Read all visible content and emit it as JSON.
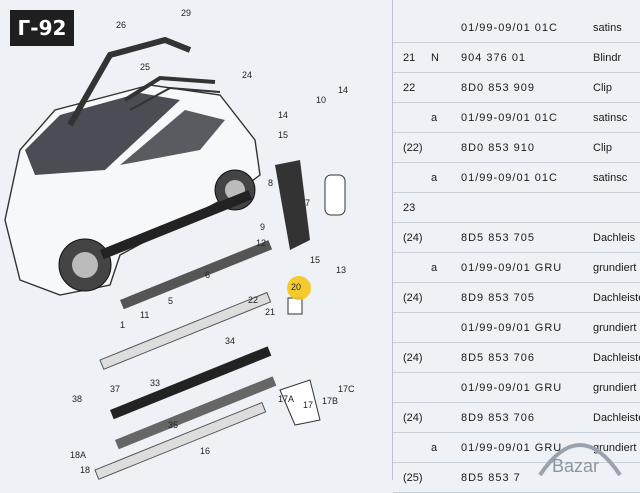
{
  "page_tag": "Г-92",
  "diagram": {
    "callouts": [
      "26",
      "29",
      "25",
      "24",
      "10",
      "14",
      "14",
      "15",
      "7",
      "8",
      "9",
      "12",
      "13",
      "15",
      "6",
      "5",
      "1",
      "11",
      "21",
      "22",
      "20",
      "34",
      "17C",
      "17B",
      "17A",
      "17",
      "33",
      "37",
      "38",
      "35",
      "16",
      "18A",
      "18"
    ],
    "highlighted": "20"
  },
  "parts_table": {
    "rows": [
      {
        "pos": "",
        "var": "",
        "part": "01/99-09/01  01C",
        "desc": "satins"
      },
      {
        "pos": "21",
        "var": "N",
        "part": "904 376 01",
        "desc": "Blindr"
      },
      {
        "pos": "22",
        "var": "",
        "part": "8D0 853 909",
        "desc": "Clip"
      },
      {
        "pos": "",
        "var": "a",
        "part": "01/99-09/01 01C",
        "desc": "satinsc"
      },
      {
        "pos": "(22)",
        "var": "",
        "part": "8D0 853 910",
        "desc": "Clip"
      },
      {
        "pos": "",
        "var": "a",
        "part": "01/99-09/01 01C",
        "desc": "satinsc"
      },
      {
        "pos": "23",
        "var": "",
        "part": "",
        "desc": ""
      },
      {
        "pos": "(24)",
        "var": "",
        "part": "8D5 853 705",
        "desc": "Dachleis"
      },
      {
        "pos": "",
        "var": "a",
        "part": "01/99-09/01 GRU",
        "desc": "grundiert"
      },
      {
        "pos": "(24)",
        "var": "",
        "part": "8D9 853 705",
        "desc": "Dachleiste"
      },
      {
        "pos": "",
        "var": "",
        "part": "01/99-09/01 GRU",
        "desc": "grundiert"
      },
      {
        "pos": "(24)",
        "var": "",
        "part": "8D5 853 706",
        "desc": "Dachleiste"
      },
      {
        "pos": "",
        "var": "",
        "part": "01/99-09/01 GRU",
        "desc": "grundiert"
      },
      {
        "pos": "(24)",
        "var": "",
        "part": "8D9 853 706",
        "desc": "Dachleiste"
      },
      {
        "pos": "",
        "var": "a",
        "part": "01/99-09/01 GRU",
        "desc": "grundiert"
      },
      {
        "pos": "(25)",
        "var": "",
        "part": "8D5 853 7",
        "desc": ""
      }
    ]
  },
  "watermark": "Bazar"
}
